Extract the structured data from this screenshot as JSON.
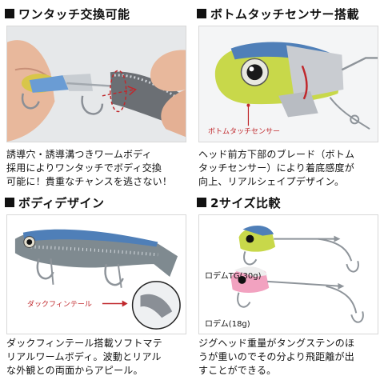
{
  "panels": [
    {
      "title": "ワンタッチ交換可能",
      "description": "誘導穴・誘導溝つきワームボディ\n採用によりワンタッチでボディ交換\n可能に！貴重なチャンスを逃さない！"
    },
    {
      "title": "ボトムタッチセンサー搭載",
      "callout": "ボトムタッチセンサー",
      "description": "ヘッド前方下部のブレード（ボトム\nタッチセンサー）により着底感度が\n向上、リアルシェイプデザイン。"
    },
    {
      "title": "ボディデザイン",
      "callout": "ダックフィンテール",
      "description": "ダックフィンテール搭載ソフトマテ\nリアルワームボディ。波動とリアル\nな外観との両面からアピール。"
    },
    {
      "title": "2サイズ比較",
      "size_labels": [
        "ロデムTG(30g)",
        "ロデム(18g)"
      ],
      "description": "ジグヘッド重量がタングステンのほ\nうが重いのでその分より飛距離が出\nすことができる。"
    }
  ],
  "colors": {
    "accent_red": "#c0282c",
    "head_green": "#c8d84a",
    "body_blue": "#4f7fb8",
    "head_pink": "#f2a2c0"
  }
}
